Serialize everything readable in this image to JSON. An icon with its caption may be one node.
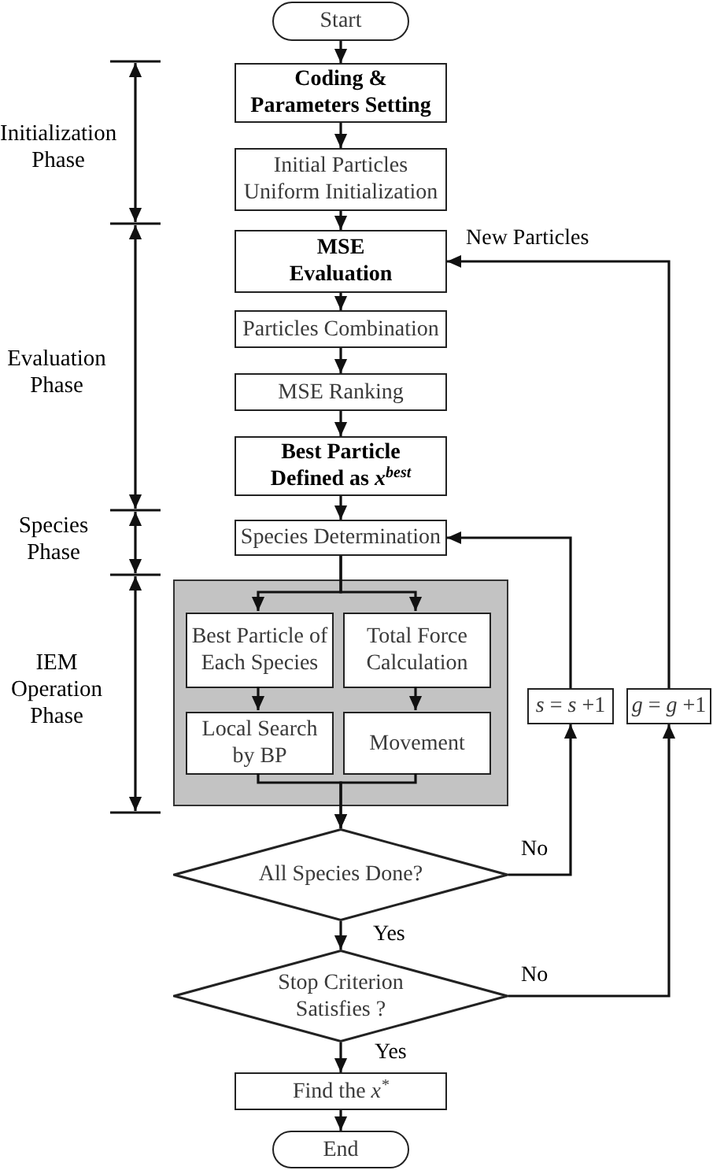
{
  "diagram": {
    "nodes": [
      {
        "text": [
          "Start"
        ]
      },
      {
        "text": [
          "Coding & Parameters Setting"
        ]
      },
      {
        "text": [
          "Initial Particles Uniform Initialization"
        ]
      },
      {
        "text": [
          "MSE Evaluation"
        ]
      },
      {
        "text": [
          "Particles Combination"
        ]
      },
      {
        "text": [
          "MSE Ranking"
        ]
      },
      {
        "text": [
          "Best Particle Defined as *x*$^{best}$"
        ]
      },
      {
        "text": [
          "Species Determination"
        ]
      },
      {
        "text": [],
        "shape": "box"
      },
      {
        "text": [
          "Best Particle of Each Species"
        ],
        "in": 8
      },
      {
        "text": [
          "Total Force Calculation"
        ],
        "in": 8
      },
      {
        "text": [
          "Local Search by BP"
        ],
        "in": 8
      },
      {
        "text": [
          "Movement"
        ],
        "in": 8
      },
      {
        "text": [
          "All Species Done?"
        ]
      },
      {
        "text": [
          "Stop Criterion Satisfies ?"
        ]
      },
      {
        "text": [
          "Find the *x*$^{*}$"
        ]
      },
      {
        "text": [
          "End"
        ]
      },
      {
        "text": [
          "*s* = *s* +1"
        ]
      },
      {
        "text": [
          "*g* = *g* +1"
        ]
      }
    ],
    "edges": [
      {
        "from": 0,
        "to": 1,
        "arrow": "to"
      },
      {
        "from": 1,
        "to": 2,
        "arrow": "to"
      },
      {
        "from": 2,
        "to": 3,
        "arrow": "to"
      },
      {
        "from": 3,
        "to": 4,
        "arrow": "to"
      },
      {
        "from": 4,
        "to": 5,
        "arrow": "to"
      },
      {
        "from": 5,
        "to": 6,
        "arrow": "to"
      },
      {
        "from": 6,
        "to": 7,
        "arrow": "to"
      },
      {
        "from": 7,
        "to": 9,
        "arrow": "to"
      },
      {
        "from": 7,
        "to": 10,
        "arrow": "to"
      },
      {
        "from": 9,
        "to": 11,
        "arrow": "to"
      },
      {
        "from": 10,
        "to": 12,
        "arrow": "to"
      },
      {
        "from": 11,
        "to": 13,
        "arrow": "to"
      },
      {
        "from": 12,
        "to": 13,
        "arrow": "to"
      },
      {
        "from": 13,
        "to": 14,
        "arrow": "to",
        "label": "Yes"
      },
      {
        "from": 14,
        "to": 15,
        "arrow": "to",
        "label": "Yes"
      },
      {
        "from": 15,
        "to": 16,
        "arrow": "to"
      },
      {
        "from": 13,
        "to": 17,
        "arrow": "to",
        "label": "No"
      },
      {
        "from": 17,
        "to": 7,
        "arrow": "to"
      },
      {
        "from": 14,
        "to": 18,
        "arrow": "to",
        "label": "No"
      },
      {
        "from": 18,
        "to": 3,
        "arrow": "to",
        "label": "New Particles"
      }
    ],
    "labels": [
      "Initialization Phase",
      "Evaluation Phase",
      "Species Phase",
      "IEM Operation Phase"
    ]
  }
}
